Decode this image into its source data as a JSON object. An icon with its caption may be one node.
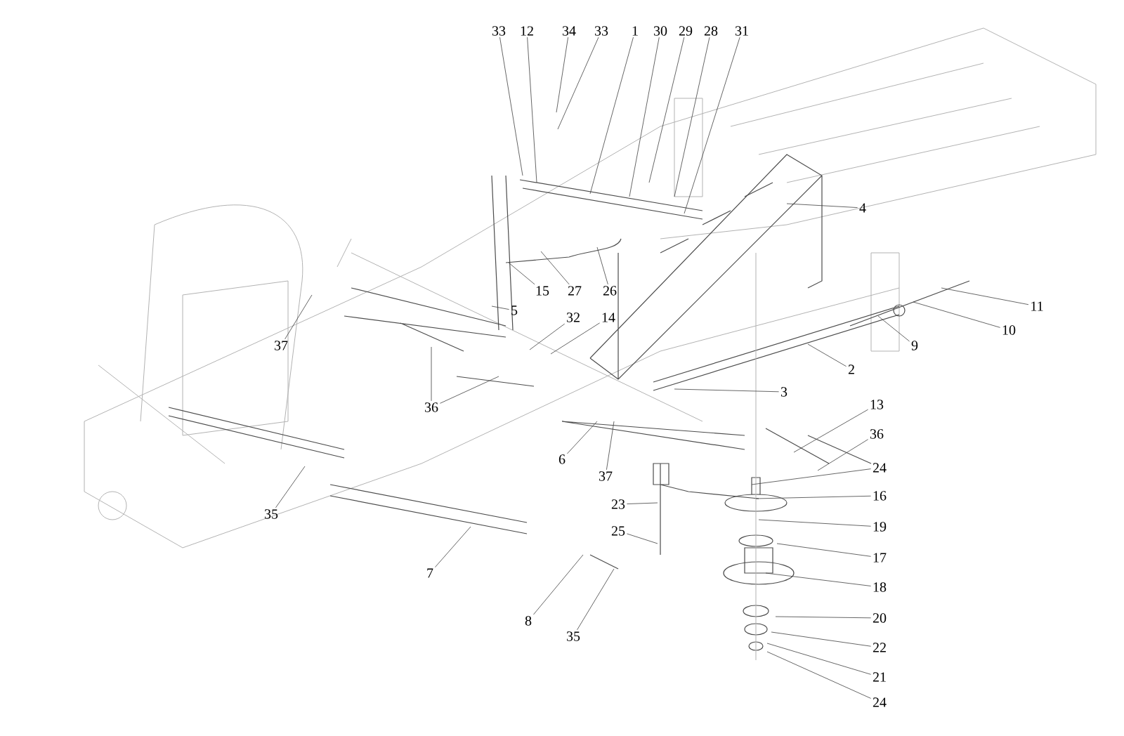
{
  "diagram": {
    "nodes": [
      {
        "text": [
          "33"
        ]
      },
      {
        "text": [
          "12"
        ]
      },
      {
        "text": [
          "34"
        ]
      },
      {
        "text": [
          "33"
        ]
      },
      {
        "text": [
          "1"
        ]
      },
      {
        "text": [
          "30"
        ]
      },
      {
        "text": [
          "29"
        ]
      },
      {
        "text": [
          "28"
        ]
      },
      {
        "text": [
          "31"
        ]
      },
      {
        "text": [
          "4"
        ]
      },
      {
        "text": [
          "11"
        ]
      },
      {
        "text": [
          "10"
        ]
      },
      {
        "text": [
          "9"
        ]
      },
      {
        "text": [
          "2"
        ]
      },
      {
        "text": [
          "3"
        ]
      },
      {
        "text": [
          "13"
        ]
      },
      {
        "text": [
          "36"
        ]
      },
      {
        "text": [
          "24"
        ]
      },
      {
        "text": [
          "16"
        ]
      },
      {
        "text": [
          "19"
        ]
      },
      {
        "text": [
          "17"
        ]
      },
      {
        "text": [
          "18"
        ]
      },
      {
        "text": [
          "20"
        ]
      },
      {
        "text": [
          "22"
        ]
      },
      {
        "text": [
          "21"
        ]
      },
      {
        "text": [
          "24"
        ]
      },
      {
        "text": [
          "15"
        ]
      },
      {
        "text": [
          "27"
        ]
      },
      {
        "text": [
          "26"
        ]
      },
      {
        "text": [
          "5"
        ]
      },
      {
        "text": [
          "32"
        ]
      },
      {
        "text": [
          "14"
        ]
      },
      {
        "text": [
          "37"
        ]
      },
      {
        "text": [
          "36"
        ]
      },
      {
        "text": [
          "6"
        ]
      },
      {
        "text": [
          "37"
        ]
      },
      {
        "text": [
          "23"
        ]
      },
      {
        "text": [
          "25"
        ]
      },
      {
        "text": [
          "35"
        ]
      },
      {
        "text": [
          "7"
        ]
      },
      {
        "text": [
          "8"
        ]
      },
      {
        "text": [
          "35"
        ]
      }
    ],
    "edges": [
      {
        "from": 0,
        "to": null,
        "arrow": "none"
      },
      {
        "from": 1,
        "to": null,
        "arrow": "none"
      },
      {
        "from": 2,
        "to": null,
        "arrow": "none"
      },
      {
        "from": 3,
        "to": null,
        "arrow": "none"
      },
      {
        "from": 4,
        "to": null,
        "arrow": "none"
      },
      {
        "from": 5,
        "to": null,
        "arrow": "none"
      },
      {
        "from": 6,
        "to": null,
        "arrow": "none"
      },
      {
        "from": 7,
        "to": null,
        "arrow": "none"
      },
      {
        "from": 8,
        "to": null,
        "arrow": "none"
      },
      {
        "from": 9,
        "to": null,
        "arrow": "none"
      },
      {
        "from": 10,
        "to": null,
        "arrow": "none"
      },
      {
        "from": 11,
        "to": null,
        "arrow": "none"
      },
      {
        "from": 12,
        "to": null,
        "arrow": "none"
      },
      {
        "from": 13,
        "to": null,
        "arrow": "none"
      },
      {
        "from": 14,
        "to": null,
        "arrow": "none"
      },
      {
        "from": 15,
        "to": null,
        "arrow": "none"
      },
      {
        "from": 16,
        "to": null,
        "arrow": "none"
      },
      {
        "from": 17,
        "to": null,
        "arrow": "none"
      },
      {
        "from": 18,
        "to": null,
        "arrow": "none"
      },
      {
        "from": 19,
        "to": null,
        "arrow": "none"
      },
      {
        "from": 20,
        "to": null,
        "arrow": "none"
      },
      {
        "from": 21,
        "to": null,
        "arrow": "none"
      },
      {
        "from": 22,
        "to": null,
        "arrow": "none"
      },
      {
        "from": 23,
        "to": null,
        "arrow": "none"
      },
      {
        "from": 24,
        "to": null,
        "arrow": "none"
      },
      {
        "from": 25,
        "to": null,
        "arrow": "none"
      },
      {
        "from": 26,
        "to": null,
        "arrow": "none"
      },
      {
        "from": 27,
        "to": null,
        "arrow": "none"
      },
      {
        "from": 28,
        "to": null,
        "arrow": "none"
      },
      {
        "from": 29,
        "to": null,
        "arrow": "none"
      },
      {
        "from": 30,
        "to": null,
        "arrow": "none"
      },
      {
        "from": 31,
        "to": null,
        "arrow": "none"
      },
      {
        "from": 32,
        "to": null,
        "arrow": "none"
      },
      {
        "from": 33,
        "to": null,
        "arrow": "none"
      },
      {
        "from": 33,
        "to": null,
        "arrow": "none"
      },
      {
        "from": 34,
        "to": null,
        "arrow": "none"
      },
      {
        "from": 35,
        "to": null,
        "arrow": "none"
      },
      {
        "from": 36,
        "to": null,
        "arrow": "none"
      },
      {
        "from": 37,
        "to": null,
        "arrow": "none"
      },
      {
        "from": 38,
        "to": null,
        "arrow": "none"
      },
      {
        "from": 39,
        "to": null,
        "arrow": "none"
      },
      {
        "from": 40,
        "to": null,
        "arrow": "none"
      },
      {
        "from": 41,
        "to": null,
        "arrow": "none"
      }
    ]
  }
}
